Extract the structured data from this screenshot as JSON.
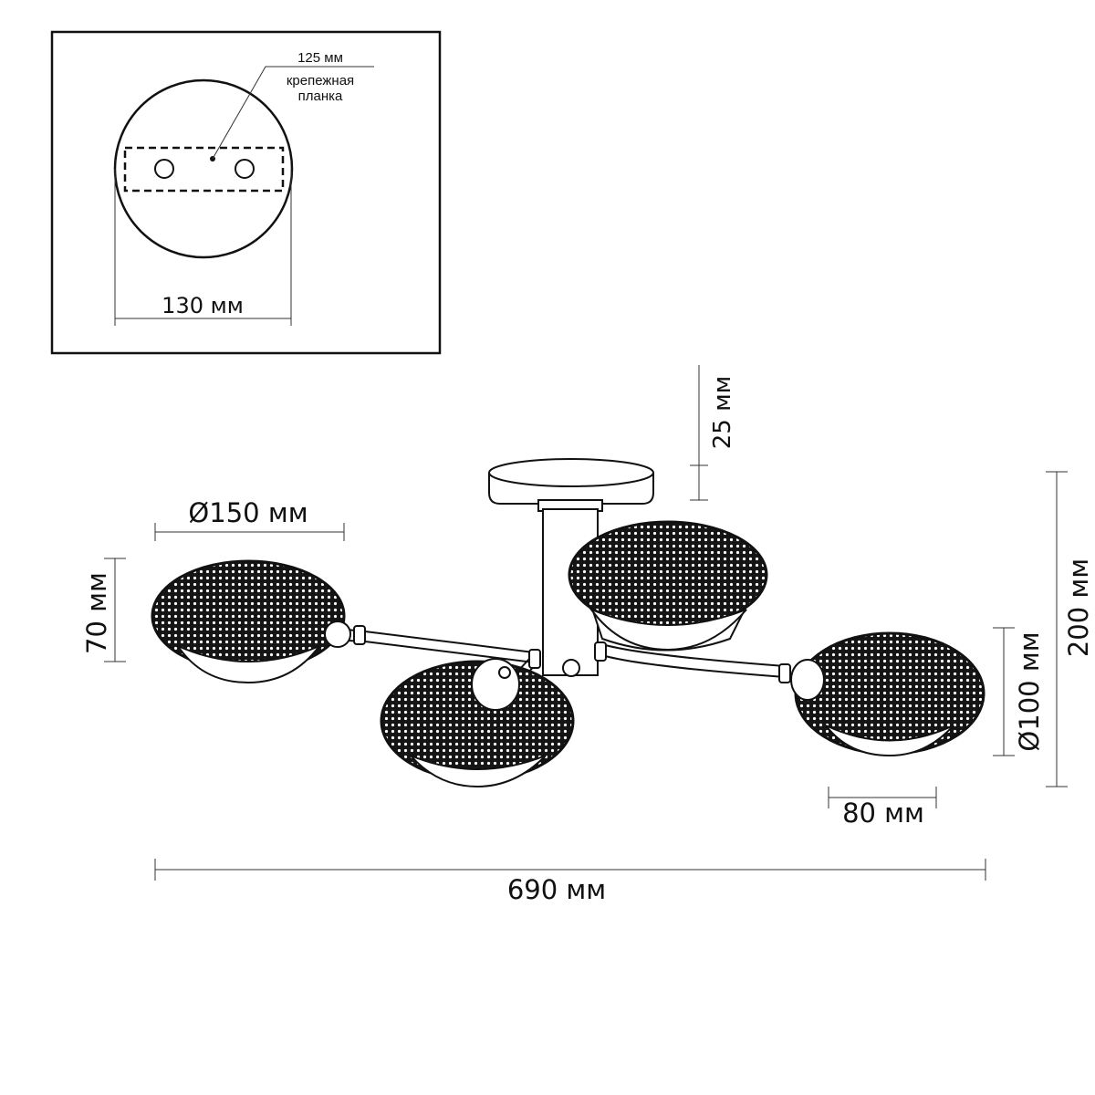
{
  "inset": {
    "plate_label": "крепежная",
    "plate_label_line2": "планка",
    "plate_length": "125 мм",
    "canopy_diameter": "130 мм"
  },
  "dimensions": {
    "canopy_height": "25 мм",
    "shade_diameter": "Ø150 мм",
    "shade_height": "70 мм",
    "shade_opening": "Ø100 мм",
    "total_height": "200 мм",
    "arm_offset": "80 мм",
    "total_width": "690 мм"
  },
  "colors": {
    "line": "#111111",
    "shade_fill": "#1a1a1a",
    "paper": "#ffffff"
  }
}
